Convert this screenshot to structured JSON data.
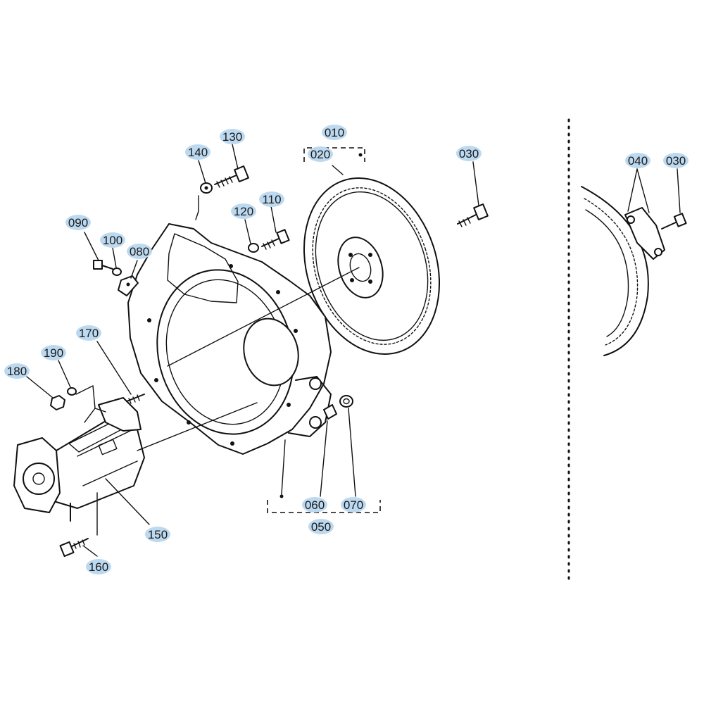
{
  "labels": {
    "l010": "010",
    "l020": "020",
    "l030": "030",
    "l030b": "030",
    "l040": "040",
    "l050": "050",
    "l060": "060",
    "l070": "070",
    "l080": "080",
    "l090": "090",
    "l100": "100",
    "l110": "110",
    "l120": "120",
    "l130": "130",
    "l140": "140",
    "l150": "150",
    "l160": "160",
    "l170": "170",
    "l180": "180",
    "l190": "190"
  },
  "colors": {
    "callout_highlight": "#bcd9f0",
    "line": "#111111"
  }
}
